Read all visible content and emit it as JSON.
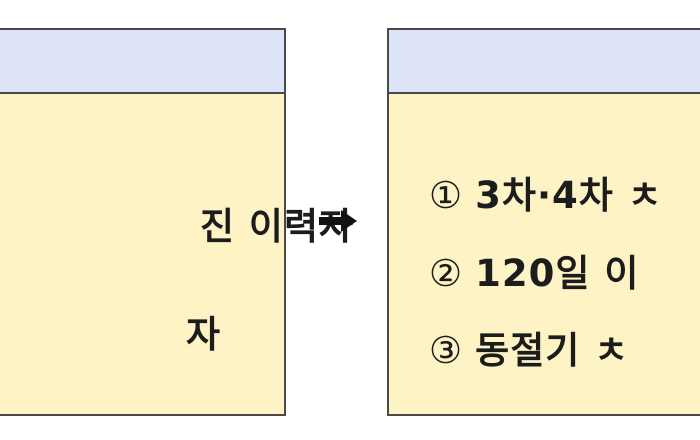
{
  "left_card": {
    "header_title": "",
    "line_1": "진 이력자",
    "line_2": "자"
  },
  "arrow_icon": "right-arrow-icon",
  "right_card": {
    "header_title": "",
    "items": [
      {
        "marker": "①",
        "text": "3차·4차 ㅊ"
      },
      {
        "marker": "②",
        "text": "120일 이"
      },
      {
        "marker": "③",
        "text": "동절기 ㅊ"
      }
    ]
  },
  "colors": {
    "header_bg": "#dee4f8",
    "card_bg": "#fdf3c4",
    "border": "#4a4a4a"
  }
}
